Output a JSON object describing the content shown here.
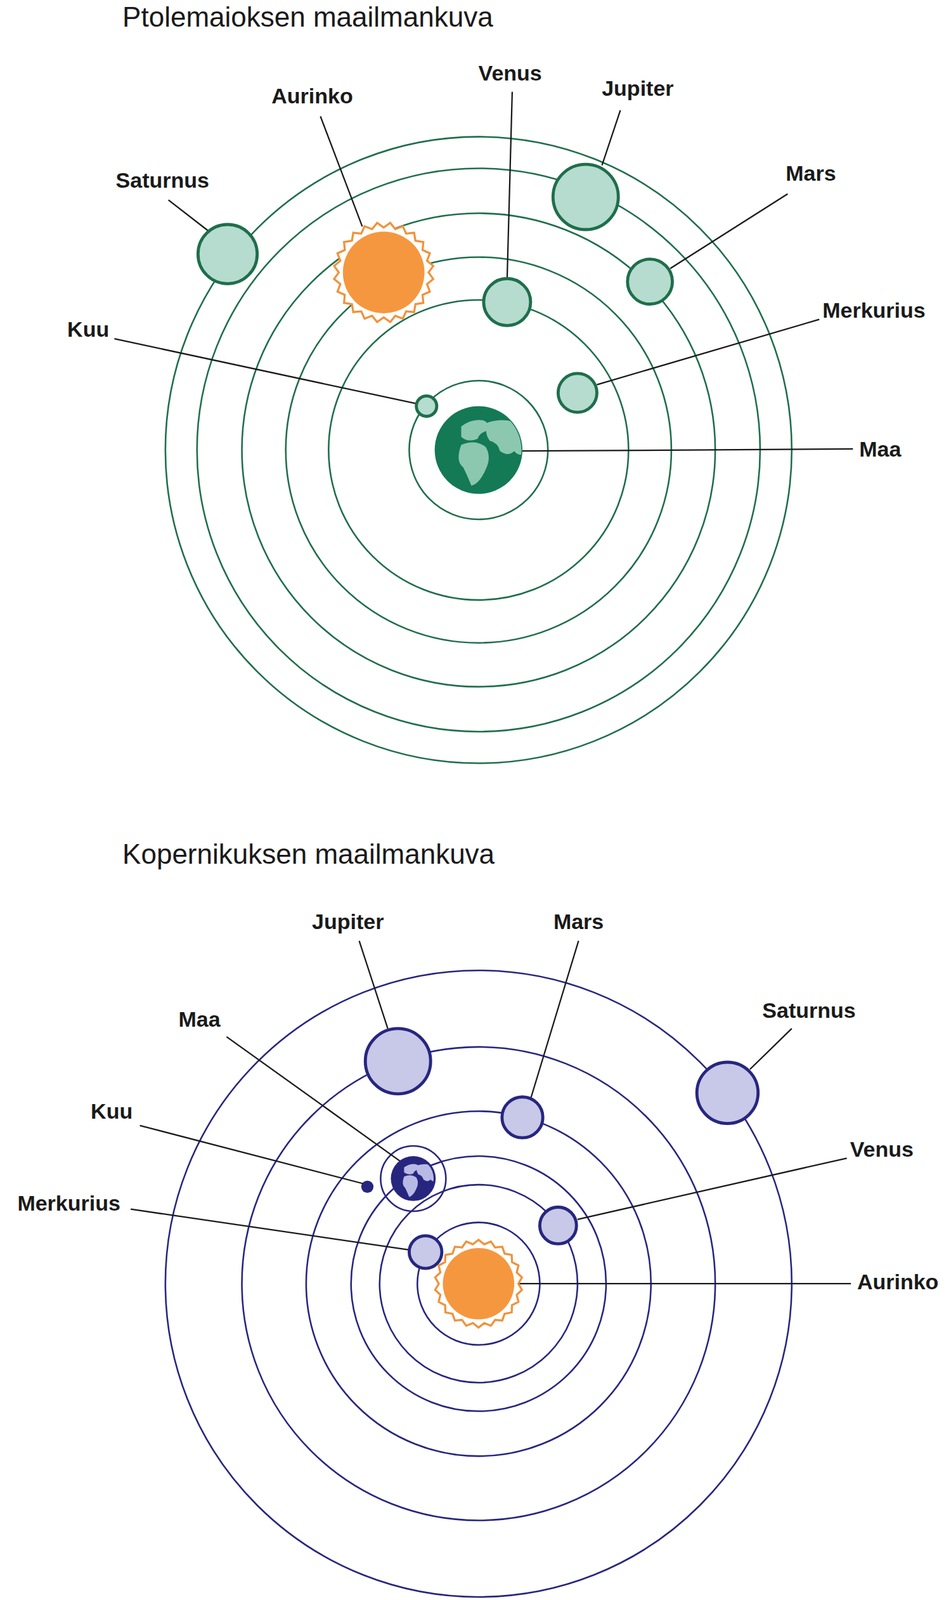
{
  "diagram": {
    "labels": [
      "Ptolemaioksen maailmankuva",
      "Saturnus",
      "Aurinko",
      "Venus",
      "Jupiter",
      "Mars",
      "Kuu",
      "Merkurius",
      "Maa",
      "Kopernikuksen maailmankuva",
      "Jupiter",
      "Mars",
      "Saturnus",
      "Maa",
      "Kuu",
      "Merkurius",
      "Venus",
      "Aurinko"
    ]
  }
}
